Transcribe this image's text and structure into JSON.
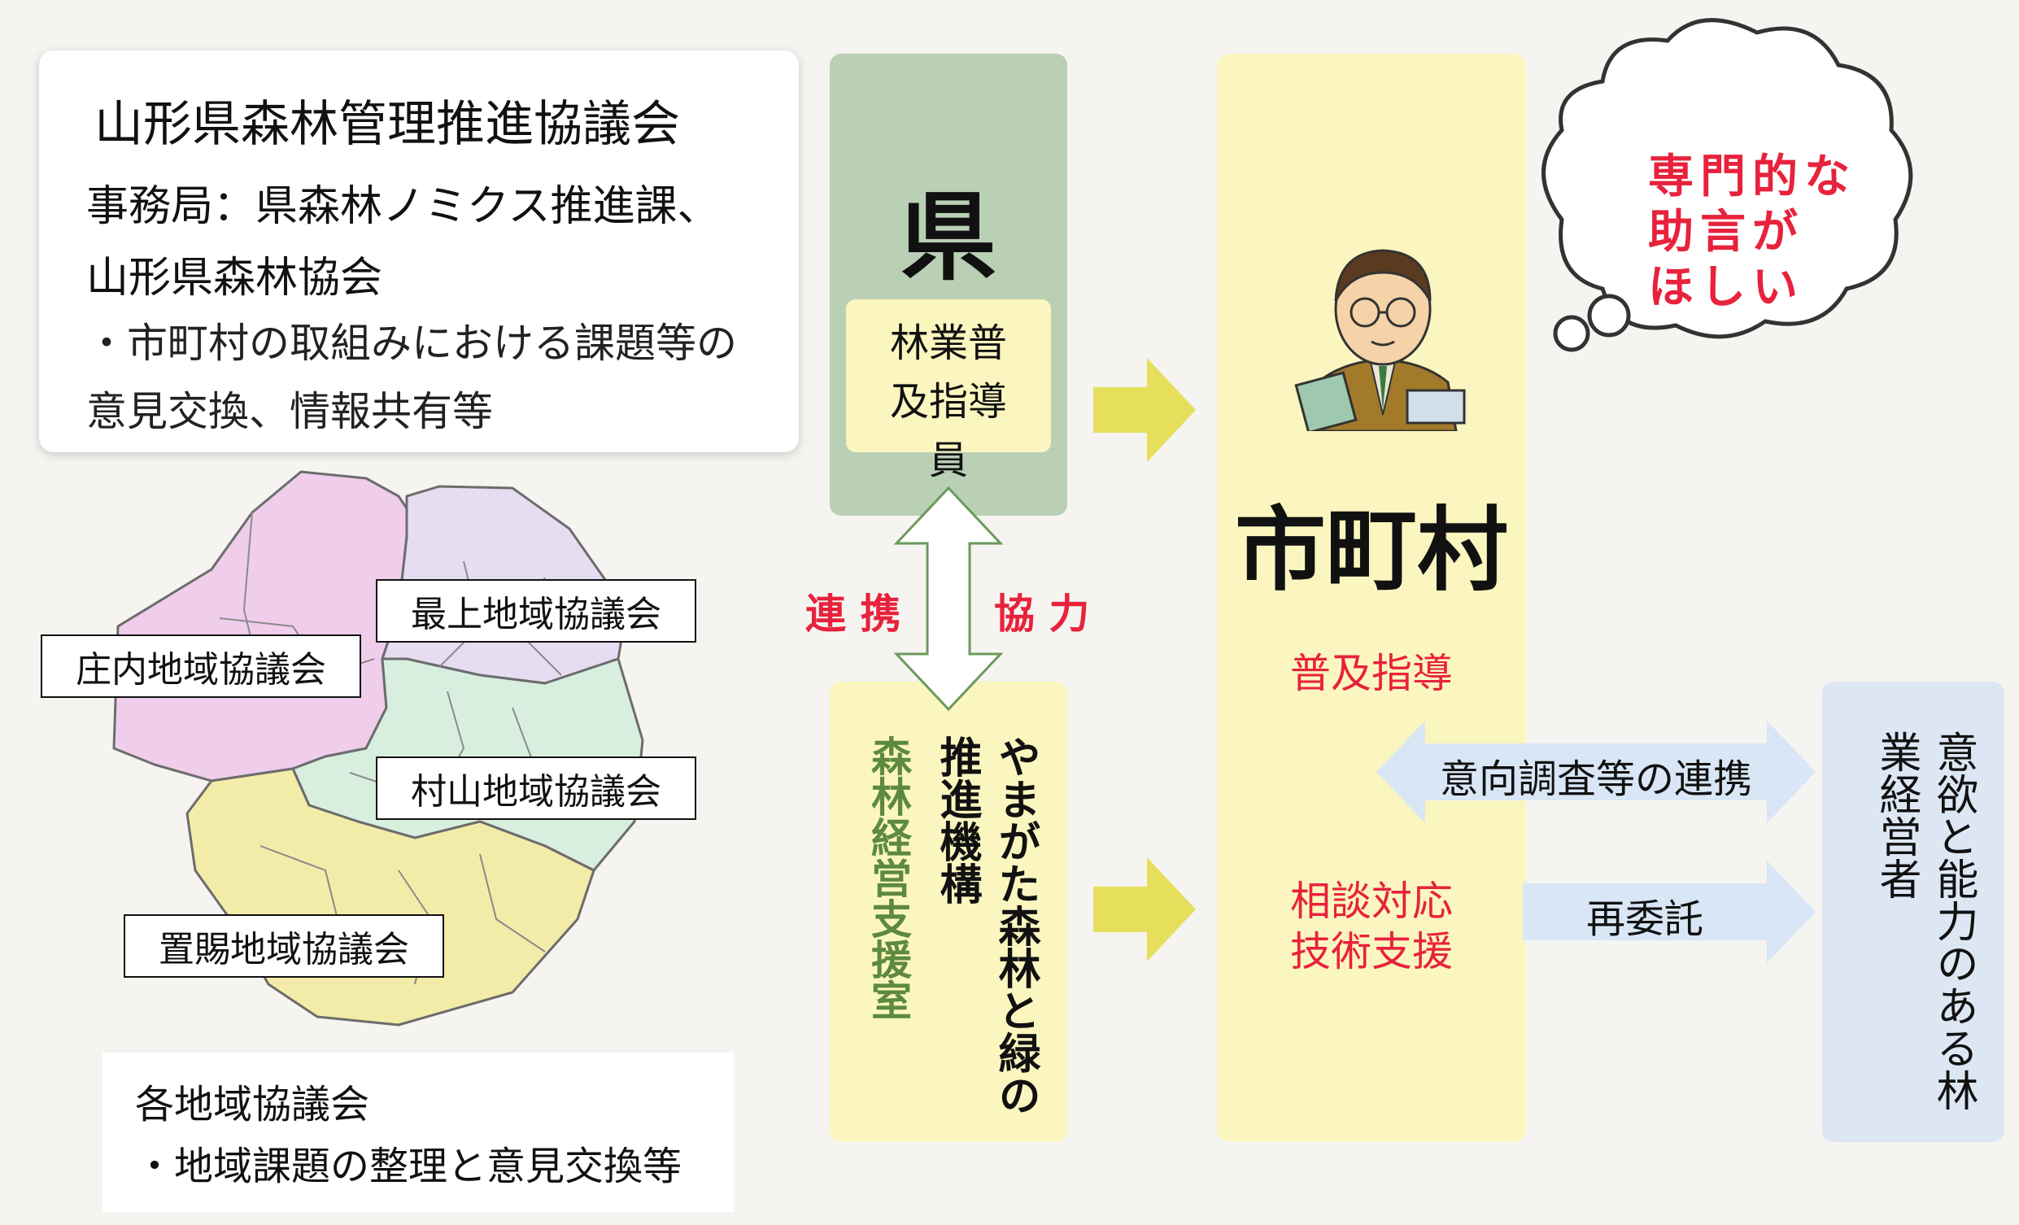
{
  "council": {
    "title": "山形県森林管理推進協議会",
    "secretariat": "事務局：県森林ノミクス推進課、山形県森林協会",
    "desc": "・市町村の取組みにおける課題等の意見交換、情報共有等"
  },
  "map": {
    "regions": [
      "庄内地域協議会",
      "最上地域協議会",
      "村山地域協議会",
      "置賜地域協議会"
    ],
    "region_colors": {
      "shonai": "#efcdeb",
      "mogami": "#e6ddf2",
      "murayama": "#d8efe0",
      "okitama": "#f3eca8"
    }
  },
  "regional": {
    "title": "各地域協議会",
    "desc": "・地域課題の整理と意見交換等"
  },
  "prefecture": {
    "title": "県",
    "staff": "林業普及指導員"
  },
  "links": {
    "left": "連 携",
    "right": "協 力"
  },
  "org": {
    "name": "やまがた森林と緑の推進機構",
    "office": "森林経営支援室"
  },
  "municipality": {
    "title": "市町村",
    "guidance": "普及指導",
    "consult": "相談対応",
    "tech": "技術支援"
  },
  "thought": {
    "line1": "専門的な",
    "line2": "助言が",
    "line3": "ほしい"
  },
  "arrows": {
    "survey": "意向調査等の連携",
    "reconsign": "再委託"
  },
  "managers": {
    "label": "意欲と能力のある林業経営者"
  },
  "colors": {
    "accent_red": "#e8223c",
    "pref_green": "#b9d0b5",
    "org_yellow": "#fbf6bf",
    "muni_yellow": "#fbf6bf",
    "arrow_yellow": "#e6df5c",
    "blue_arrow": "#d8e6f5",
    "manager_blue": "#dde7f4",
    "office_green": "#5d8a3d"
  }
}
